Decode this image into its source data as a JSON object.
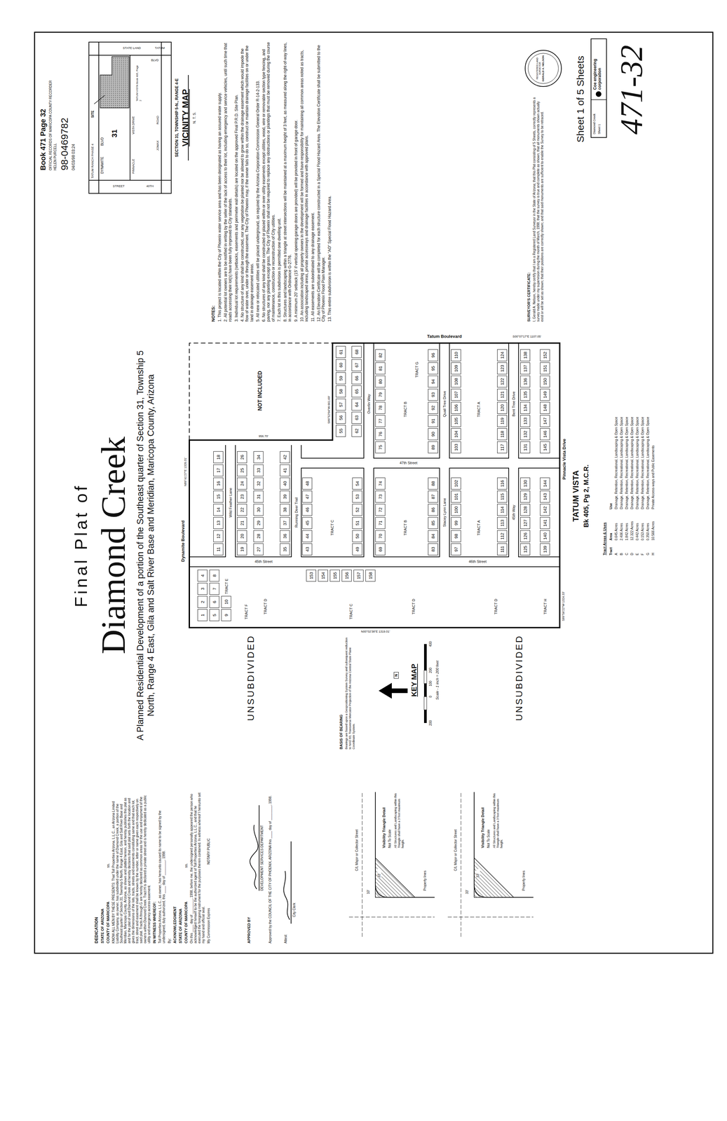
{
  "diagram": {
    "title": "Diamond Creek",
    "nodes": [
      {
        "text": [
          "1"
        ]
      },
      {
        "text": [
          "2"
        ]
      },
      {
        "text": [
          "3"
        ]
      },
      {
        "text": [
          "4"
        ]
      },
      {
        "text": [
          "5"
        ]
      },
      {
        "text": [
          "6"
        ]
      },
      {
        "text": [
          "7"
        ]
      },
      {
        "text": [
          "8"
        ]
      },
      {
        "text": [
          "9"
        ]
      },
      {
        "text": [
          "10"
        ]
      },
      {
        "text": [
          "11"
        ]
      },
      {
        "text": [
          "12"
        ]
      },
      {
        "text": [
          "13"
        ]
      },
      {
        "text": [
          "14"
        ]
      },
      {
        "text": [
          "15"
        ]
      },
      {
        "text": [
          "16"
        ]
      },
      {
        "text": [
          "17"
        ]
      },
      {
        "text": [
          "18"
        ]
      },
      {
        "text": [
          "19"
        ]
      },
      {
        "text": [
          "20"
        ]
      },
      {
        "text": [
          "21"
        ]
      },
      {
        "text": [
          "22"
        ]
      },
      {
        "text": [
          "23"
        ]
      },
      {
        "text": [
          "24"
        ]
      },
      {
        "text": [
          "25"
        ]
      },
      {
        "text": [
          "26"
        ]
      },
      {
        "text": [
          "27"
        ]
      },
      {
        "text": [
          "28"
        ]
      },
      {
        "text": [
          "29"
        ]
      },
      {
        "text": [
          "30"
        ]
      },
      {
        "text": [
          "31"
        ]
      },
      {
        "text": [
          "32"
        ]
      },
      {
        "text": [
          "33"
        ]
      },
      {
        "text": [
          "34"
        ]
      },
      {
        "text": [
          "35"
        ]
      },
      {
        "text": [
          "36"
        ]
      },
      {
        "text": [
          "37"
        ]
      },
      {
        "text": [
          "38"
        ]
      },
      {
        "text": [
          "39"
        ]
      },
      {
        "text": [
          "40"
        ]
      },
      {
        "text": [
          "41"
        ]
      },
      {
        "text": [
          "42"
        ]
      },
      {
        "text": [
          "43"
        ]
      },
      {
        "text": [
          "44"
        ]
      },
      {
        "text": [
          "45"
        ]
      },
      {
        "text": [
          "46"
        ]
      },
      {
        "text": [
          "47"
        ]
      },
      {
        "text": [
          "48"
        ]
      },
      {
        "text": [
          "49"
        ]
      },
      {
        "text": [
          "50"
        ]
      },
      {
        "text": [
          "51"
        ]
      },
      {
        "text": [
          "52"
        ]
      },
      {
        "text": [
          "53"
        ]
      },
      {
        "text": [
          "54"
        ]
      },
      {
        "text": [
          "55"
        ]
      },
      {
        "text": [
          "56"
        ]
      },
      {
        "text": [
          "57"
        ]
      },
      {
        "text": [
          "58"
        ]
      },
      {
        "text": [
          "59"
        ]
      },
      {
        "text": [
          "60"
        ]
      },
      {
        "text": [
          "61"
        ]
      },
      {
        "text": [
          "62"
        ]
      },
      {
        "text": [
          "63"
        ]
      },
      {
        "text": [
          "64"
        ]
      },
      {
        "text": [
          "65"
        ]
      },
      {
        "text": [
          "66"
        ]
      },
      {
        "text": [
          "67"
        ]
      },
      {
        "text": [
          "68"
        ]
      },
      {
        "text": [
          "69"
        ]
      },
      {
        "text": [
          "70"
        ]
      },
      {
        "text": [
          "71"
        ]
      },
      {
        "text": [
          "72"
        ]
      },
      {
        "text": [
          "73"
        ]
      },
      {
        "text": [
          "74"
        ]
      },
      {
        "text": [
          "75"
        ]
      },
      {
        "text": [
          "76"
        ]
      },
      {
        "text": [
          "77"
        ]
      },
      {
        "text": [
          "78"
        ]
      },
      {
        "text": [
          "79"
        ]
      },
      {
        "text": [
          "80"
        ]
      },
      {
        "text": [
          "81"
        ]
      },
      {
        "text": [
          "82"
        ]
      },
      {
        "text": [
          "83"
        ]
      },
      {
        "text": [
          "84"
        ]
      },
      {
        "text": [
          "85"
        ]
      },
      {
        "text": [
          "86"
        ]
      },
      {
        "text": [
          "87"
        ]
      },
      {
        "text": [
          "88"
        ]
      },
      {
        "text": [
          "89"
        ]
      },
      {
        "text": [
          "90"
        ]
      },
      {
        "text": [
          "91"
        ]
      },
      {
        "text": [
          "92"
        ]
      },
      {
        "text": [
          "93"
        ]
      },
      {
        "text": [
          "94"
        ]
      },
      {
        "text": [
          "95"
        ]
      },
      {
        "text": [
          "96"
        ]
      },
      {
        "text": [
          "97"
        ]
      },
      {
        "text": [
          "98"
        ]
      },
      {
        "text": [
          "99"
        ]
      },
      {
        "text": [
          "100"
        ]
      },
      {
        "text": [
          "101"
        ]
      },
      {
        "text": [
          "102"
        ]
      },
      {
        "text": [
          "103"
        ]
      },
      {
        "text": [
          "104"
        ]
      },
      {
        "text": [
          "105"
        ]
      },
      {
        "text": [
          "106"
        ]
      },
      {
        "text": [
          "107"
        ]
      },
      {
        "text": [
          "108"
        ]
      },
      {
        "text": [
          "109"
        ]
      },
      {
        "text": [
          "110"
        ]
      },
      {
        "text": [
          "111"
        ]
      },
      {
        "text": [
          "112"
        ]
      },
      {
        "text": [
          "113"
        ]
      },
      {
        "text": [
          "114"
        ]
      },
      {
        "text": [
          "115"
        ]
      },
      {
        "text": [
          "116"
        ]
      },
      {
        "text": [
          "117"
        ]
      },
      {
        "text": [
          "118"
        ]
      },
      {
        "text": [
          "119"
        ]
      },
      {
        "text": [
          "120"
        ]
      },
      {
        "text": [
          "121"
        ]
      },
      {
        "text": [
          "122"
        ]
      },
      {
        "text": [
          "123"
        ]
      },
      {
        "text": [
          "124"
        ]
      },
      {
        "text": [
          "125"
        ]
      },
      {
        "text": [
          "126"
        ]
      },
      {
        "text": [
          "127"
        ]
      },
      {
        "text": [
          "128"
        ]
      },
      {
        "text": [
          "129"
        ]
      },
      {
        "text": [
          "130"
        ]
      },
      {
        "text": [
          "131"
        ]
      },
      {
        "text": [
          "132"
        ]
      },
      {
        "text": [
          "133"
        ]
      },
      {
        "text": [
          "134"
        ]
      },
      {
        "text": [
          "135"
        ]
      },
      {
        "text": [
          "136"
        ]
      },
      {
        "text": [
          "137"
        ]
      },
      {
        "text": [
          "138"
        ]
      },
      {
        "text": [
          "139"
        ]
      },
      {
        "text": [
          "140"
        ]
      },
      {
        "text": [
          "141"
        ]
      },
      {
        "text": [
          "142"
        ]
      },
      {
        "text": [
          "143"
        ]
      },
      {
        "text": [
          "144"
        ]
      },
      {
        "text": [
          "145"
        ]
      },
      {
        "text": [
          "146"
        ]
      },
      {
        "text": [
          "147"
        ]
      },
      {
        "text": [
          "148"
        ]
      },
      {
        "text": [
          "149"
        ]
      },
      {
        "text": [
          "150"
        ]
      },
      {
        "text": [
          "151"
        ]
      },
      {
        "text": [
          "152"
        ]
      },
      {
        "text": [
          "153"
        ]
      },
      {
        "text": [
          "154"
        ]
      },
      {
        "text": [
          "155"
        ]
      },
      {
        "text": [
          "156"
        ]
      },
      {
        "text": [
          "157"
        ]
      },
      {
        "text": [
          "158"
        ]
      }
    ],
    "labels": [
      "Book 471 Page 32",
      "OFFICIAL RECORDS OF MARICOPA COUNTY RECORDER",
      "HELEN PURCELL",
      "98-0469782",
      "04/03/98 03:24",
      "TATUM RANCH PHASE 4",
      "DYNAMITE",
      "BLVD",
      "STATE LAND",
      "40TH",
      "STREET",
      "TATUM",
      "BLVD",
      "SITE",
      "PINNACLE",
      "VISTA DRIVE",
      "31",
      "TATUM VISTA Book 405, Page 2",
      "JOMAX",
      "ROAD",
      "SECTION 31, TOWNSHIP 5-N., RANGE 4-E",
      "VICINITY MAP",
      "N. T. S.",
      "NOTES:",
      "1. This project is located within the City of Phoenix water service area and has been designated as having an assured water supply.",
      "2. All potential lot owners are to be notified in writing by the seller of the lack of access to their lot, including emergency and service vehicles, until such time that roads accessing their lot(s) have been fully improved to City standards.",
      "3. Individual lot requirements (setbacks, easements and perimeter wall details) are located on the approved Final P.R.D. Site Plan.",
      "4. No structure of any kind shall be constructed, nor any vegetation be planted nor be allowed to grow within the drainage easement which would impede the flow of water over, under or through the easement. The City of Phoenix may, if the owner fails to do so, construct or maintain drainage facilities on or under the land in drainage easement areas.",
      "5. All new or relocated utilities will be placed underground, as required by the Arizona Corporation Commission General Order R-14-2-133.",
      "6. No structures of any kind shall be constructed or placed within or over utility easements except utilities, wood, wire or removable section type fencing, and paving, nor any planting except grass. The City of Phoenix shall not be required to replace any obstructions or plantings that must be removed during the course of maintenance, construction or reconstruction of City utilities.",
      "7. Each lot in this subdivision is permitted one dwelling unit.",
      "8. Structures and landscaping within a triangle at street intersections will be maintained at a maximum height of 3 feet, as measured along the right-of-way lines, in accordance with Ordinance G-2776.",
      "9. A minimum 20' setback (15' if vertical opening garage doors are provided) will be provided in front of garage door.",
      "10. An association including all property owners in the development will be formed and have responsibility for maintaining all common areas noted as tracts, including landscaped areas, private accessways and drainage facilities in accordance with approved plans.",
      "11. All easements are subordinated to any drainage easement.",
      "12. An Elevation Certificate will be completed for each structure constructed in a Special Flood Hazard Area. The Elevation Certificate shall be submitted to the City of Phoenix Flood Plain Manager.",
      "13. This entire subdivision is within the \"AO\" Special Flood Hazard Area.",
      "SURVEYOR'S CERTIFICATE:",
      "I, Gerald A. Nelson, hereby certify that I am a Registered Land Surveyor in the State of Arizona; that this Plat consisting of 5 Sheets, correctly represents a survey made under my supervision during the month of March, 1998; that the survey is true and complete as shown; that all monuments shown actually exist or will be set as shown; that their positions are correctly shown; and that said monuments are sufficient to enable the Survey to be retraced.",
      "REGISTERED LAND SURVEYOR",
      "GERALD A. NELSON",
      "Sheet 1 of 5 Sheets",
      "Diamond Creek",
      "Sheet 1",
      "Coe engineering corporation",
      "471-32",
      "Final Plat of",
      "A Planned Residential Development of a portion of the Southeast quarter of Section 31, Township 5 North, Range 4 East, Gila and Salt River Base and Meridian, Maricopa County, Arizona",
      "DEDICATION",
      "STATE OF ARIZONA",
      "COUNTY OF MARICOPA",
      "ss.",
      "KNOW ALL MEN BY THESE PRESENTS: That Toll Properties Arizona, L.L.C., an Arizona Limited Liability Company, as owner, has subdivided under the name of Diamond Creek, a portion of the Southeast quarter of Section 31, Township 5 North, Range 4 East, Gila and Salt River Base and Meridian, Maricopa County, Arizona, as shown and platted hereon, and hereby publishes this plat as and for the plat of said Diamond Creek and hereby declares that said plat sets forth the location and gives the dimensions of the lots, tracts, streets and easements constituting same and that each lot, tract, street and easement shall be known by the number, letter or name given each respectively on said plat. Tracts A through G are hereby declared as common areas for the use and enjoyment of the owners within Diamond Creek. Tract H is declared a private street and is hereby dedicated as a public utility and emergency access easement.",
      "IN WITNESS WHEREOF:",
      "Toll Properties Arizona, L.L.C., as owner, has hereunto caused its name to be signed by the undersigned, duly authorized, this ____ day of ________, 1998.",
      "By:",
      "ACKNOWLEDGMENT",
      "STATE OF ARIZONA",
      "COUNTY OF MARICOPA",
      "ss.",
      "On this ____ day of ________, 1998, before me, the undersigned personally appeared the person who acknowledged himself to be the authorized agent of Toll Properties Arizona, L.L.C., and that he executed the foregoing instrument for the purposes therein contained. In witness whereof I hereunto set my hand and official seal.",
      "My Commission Expires",
      "NOTARY PUBLIC",
      "APPROVED BY",
      "DEVELOPMENT SERVICES DEPARTMENT",
      "Approved by the COUNCIL OF THE CITY OF PHOENIX, ARIZONA this ____ day of ________, 1998.",
      "Attest:",
      "City Clerk",
      "C/L Major or Collector Street",
      "Property lines",
      "33'",
      "10'",
      "Visibility Triangle Detail",
      "Not To Scale",
      "All Structures and Landscaping within this Triangle shall have a 3 foot maximum height.",
      "C/L Major or Collector Street",
      "Property lines",
      "33'",
      "33'",
      "Visibility Triangle Detail",
      "Not To Scale",
      "All Structures and Landscaping within this Triangle shall have a 3 foot maximum height.",
      "BASIS OF BEARING",
      "Bearings are based upon a Geopositioning System Survey and subsequent reduction to NAD 83, Transverse Mercator Projection of the Arizona Central State Plane Coordinate System.",
      "KEY MAP",
      "N",
      "200",
      "0",
      "100",
      "200",
      "400",
      "Scale - 1 inch = 200 feet",
      "UNSUBDIVIDED",
      "UNSUBDIVIDED",
      "TATUM VISTA",
      "Bk 405, Pg 2, M.C.R.",
      "Tract Areas & Uses",
      "Tract",
      "Area",
      "Use",
      "A",
      "0.645 Acres",
      "Drainage, Retention, Recreational, Landscaping & Open Space",
      "B",
      "2.406 Acres",
      "Drainage, Retention, Recreational, Landscaping & Open Space",
      "C",
      "1.842 Acres",
      "Drainage, Retention, Recreational, Landscaping & Open Space",
      "D",
      "12.322 Acres",
      "Drainage, Retention, Recreational, Landscaping & Open Space",
      "E",
      "0.442 Acres",
      "Drainage, Retention, Recreational, Landscaping & Open Space",
      "F",
      "0.153 Acres",
      "Drainage, Retention, Recreational, Landscaping & Open Space",
      "G",
      "0.350 Acres",
      "Drainage, Retention, Recreational, Landscaping & Open Space",
      "H",
      "10.566 Acres",
      "Private Access-ways and Public Easements",
      "Dynamite Boulevard",
      "Tatum Boulevard",
      "Pinnacle Vista Drive",
      "Wild Feather Lane",
      "45th Street",
      "Running Deer Trail",
      "Overlin Way",
      "47th Street",
      "Quail Tree Drive",
      "Bent Tree Drive",
      "46th Street",
      "Stacey Lynn Lane",
      "45th Way",
      "NOT INCLUDED",
      "N89°41'27\"E 1320.31'",
      "N00°02'38\"E 1319.01'",
      "S89°56'22\"W 1324.33'",
      "S00°07'17\"E 1107.05'",
      "956.70'",
      "S89°52'04\"W 661.69'",
      "TRACT A",
      "TRACT A",
      "TRACT B",
      "TRACT B",
      "TRACT C",
      "TRACT C",
      "TRACT D",
      "TRACT D",
      "TRACT D",
      "TRACT E",
      "TRACT F",
      "TRACT G",
      "TRACT H"
    ]
  }
}
